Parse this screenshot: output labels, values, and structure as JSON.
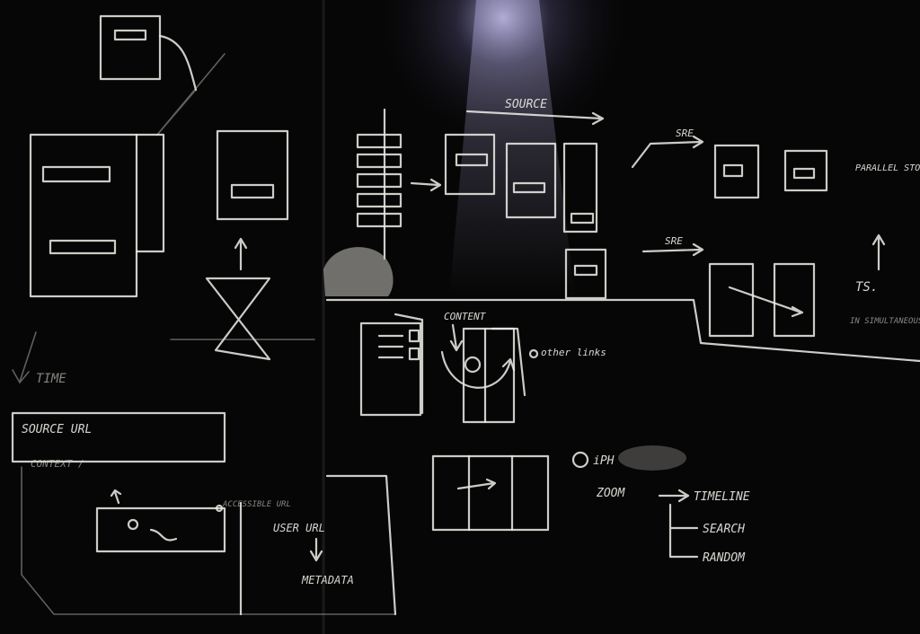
{
  "photo": {
    "subject": "Chalkboard sketch",
    "colors": {
      "board": "#070707",
      "chalk": "#e8e8e2",
      "light": "#c9c3ff"
    }
  },
  "labels": {
    "source": "SOURCE",
    "parallel": "PARALLEL STORIES ON SAME PLACE",
    "ts": "TS.",
    "ts_sub": "IN SIMULTANEOUS SPACE",
    "sre_top": "SRE",
    "sre_mid": "SRE",
    "content": "CONTENT",
    "other_links": "other links",
    "time": "TIME",
    "source_url": "SOURCE URL",
    "context": "CONTEXT /",
    "accessible_url": "ACCESSIBLE URL",
    "user_url": "USER URL",
    "metadata": "METADATA",
    "iphone": "iPH",
    "zoom": "ZOOM",
    "timeline": "TIMELINE",
    "search": "SEARCH",
    "random": "RANDOM"
  }
}
